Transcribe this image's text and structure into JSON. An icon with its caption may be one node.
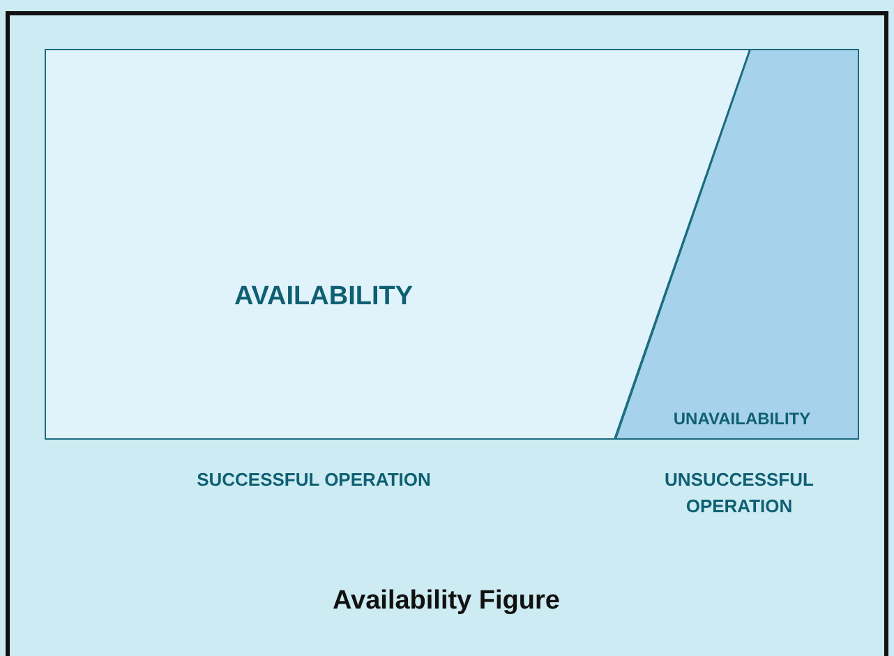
{
  "diagram": {
    "caption": "Availability Figure",
    "nodes": [
      {
        "text": [
          "AVAILABILITY"
        ],
        "beside": [
          "SUCCESSFUL OPERATION"
        ]
      },
      {
        "text": [
          "UNAVAILABILITY"
        ],
        "beside": [
          "UNSUCCESSFUL OPERATION"
        ]
      }
    ]
  }
}
